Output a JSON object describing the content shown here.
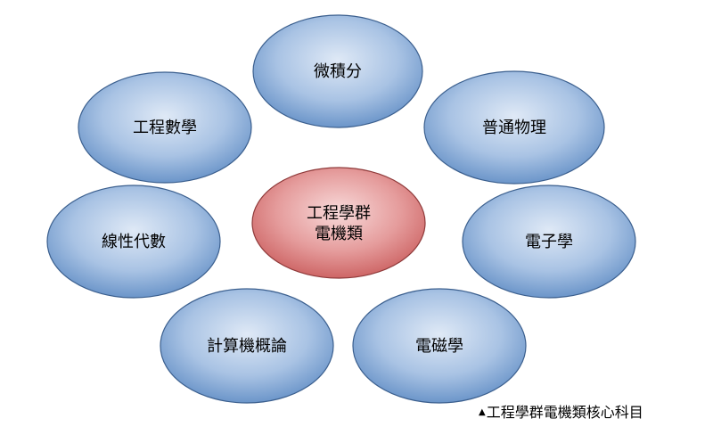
{
  "diagram": {
    "center": {
      "line1": "工程學群",
      "line2": "電機類"
    },
    "nodes": [
      {
        "id": "calculus",
        "label": "微積分"
      },
      {
        "id": "physics",
        "label": "普通物理"
      },
      {
        "id": "electronics",
        "label": "電子學"
      },
      {
        "id": "electromagnetics",
        "label": "電磁學"
      },
      {
        "id": "intro-computing",
        "label": "計算機概論"
      },
      {
        "id": "linear-algebra",
        "label": "線性代數"
      },
      {
        "id": "engineering-math",
        "label": "工程數學"
      }
    ]
  },
  "caption": {
    "marker": "▲",
    "text": "工程學群電機類核心科目"
  },
  "colors": {
    "subject_fill_light": "#d9e6f4",
    "subject_fill_dark": "#5f8cc4",
    "subject_stroke": "#3b5f8e",
    "center_fill_light": "#f6d3d3",
    "center_fill_dark": "#c95b5b",
    "center_stroke": "#8f3a3a"
  }
}
